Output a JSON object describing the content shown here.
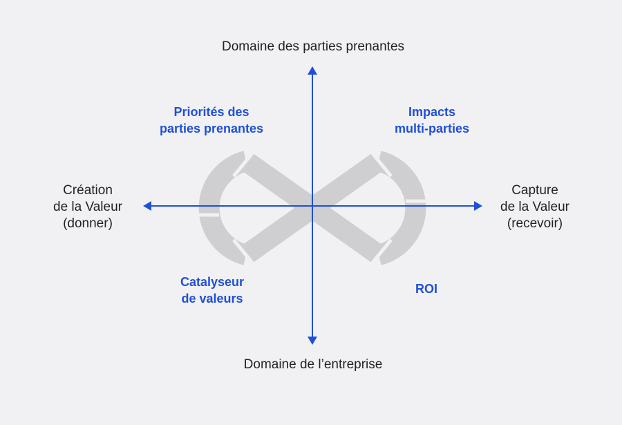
{
  "axes": {
    "top": "Domaine des parties prenantes",
    "bottom": "Domaine de l’entreprise",
    "left": [
      "Création",
      "de la Valeur",
      "(donner)"
    ],
    "right": [
      "Capture",
      "de la Valeur",
      "(recevoir)"
    ]
  },
  "quadrants": {
    "top_left": [
      "Priorités des",
      "parties prenantes"
    ],
    "top_right": [
      "Impacts",
      "multi-parties"
    ],
    "bottom_left": [
      "Catalyseur",
      "de valeurs"
    ],
    "bottom_right": [
      "ROI"
    ]
  },
  "icons": {
    "background": "infinity-loop-icon"
  },
  "colors": {
    "background": "#f1f1f4",
    "axis": "#1f4fd8",
    "quadrant_text": "#1f4fd8",
    "axis_text": "#222222",
    "infinity": "#cfcfd1"
  }
}
